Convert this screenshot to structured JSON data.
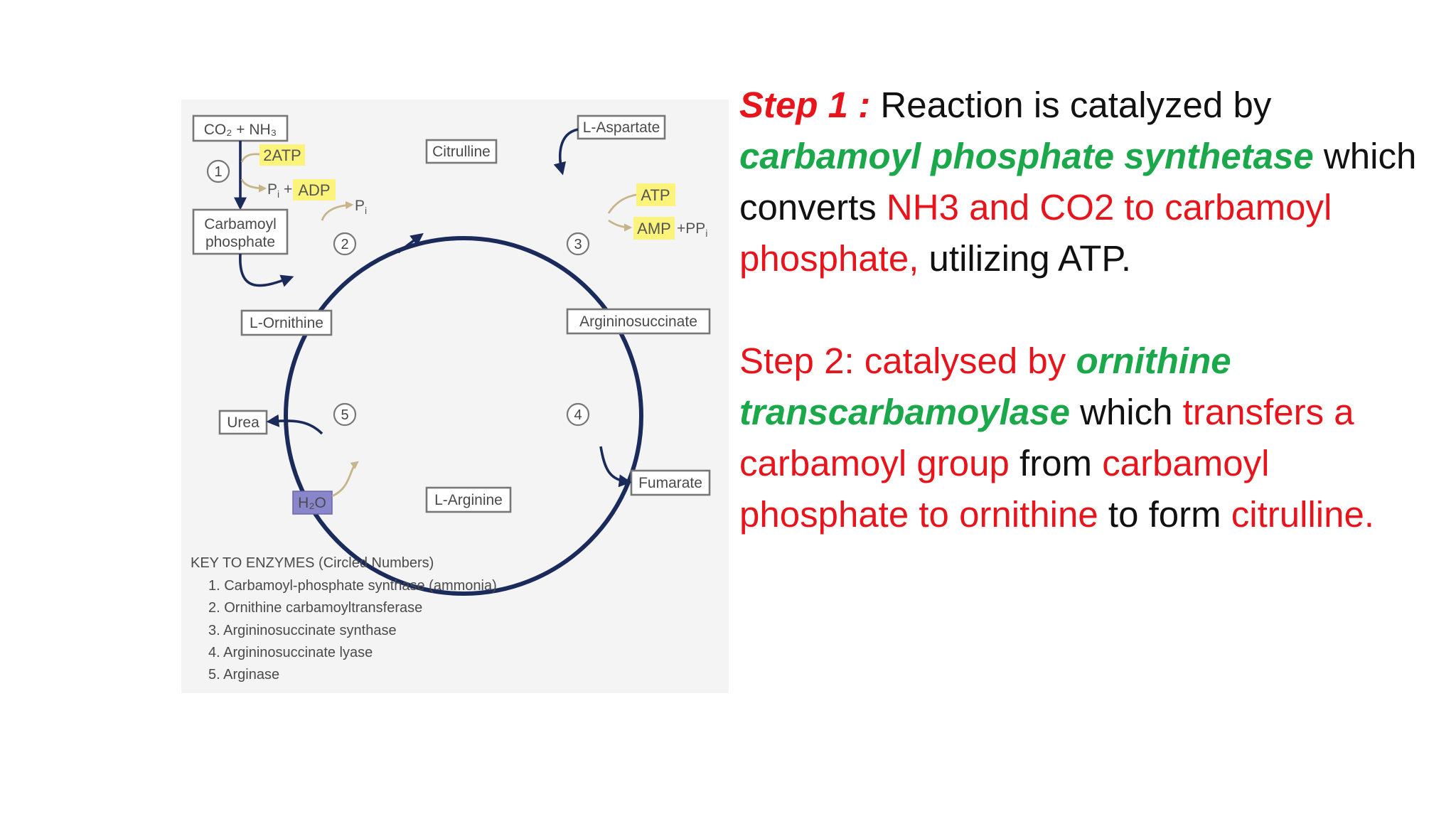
{
  "diagram": {
    "inputs": "CO₂ + NH₃",
    "atp2": "2ATP",
    "pi_adp": [
      "P",
      "i",
      " + ",
      "ADP"
    ],
    "pi_step2": [
      "P",
      "i"
    ],
    "carbamoyl_phosphate": [
      "Carbamoyl",
      "phosphate"
    ],
    "citrulline": "Citrulline",
    "aspartate": "L-Aspartate",
    "atp": "ATP",
    "amp": "AMP",
    "ppi": [
      "+PP",
      "i"
    ],
    "argininosuccinate": "Argininosuccinate",
    "ornithine": "L-Ornithine",
    "urea": "Urea",
    "fumarate": "Fumarate",
    "arginine": "L-Arginine",
    "water": "H₂O",
    "enzyme_numbers": [
      "1",
      "2",
      "3",
      "4",
      "5"
    ],
    "key": {
      "title": "KEY TO ENZYMES (Circled Numbers)",
      "items": [
        "1. Carbamoyl-phosphate synthase (ammonia)",
        "2. Ornithine carbamoyltransferase",
        "3. Argininosuccinate synthase",
        "4. Argininosuccinate lyase",
        "5. Arginase"
      ]
    },
    "colors": {
      "cycle": "#1a2a5a",
      "highlight": "#fbf37a",
      "water_box": "#8a86cc"
    }
  },
  "text": {
    "step1": {
      "label": "Step 1 :",
      "t1": " Reaction is catalyzed by ",
      "enzyme": "carbamoyl phosphate synthetase",
      "t2": " which converts ",
      "red": "NH3 and CO2 to carbamoyl phosphate,",
      "t3": " utilizing ATP."
    },
    "step2": {
      "label": "Step 2: catalysed by ",
      "enzyme": "ornithine transcarbamoylase",
      "t1": " which ",
      "red1": "transfers a carbamoyl group",
      "t2": " from ",
      "red2": "carbamoyl phosphate to ornithine",
      "t3": " to form ",
      "red3": "citrulline."
    },
    "colors": {
      "red": "#e8141c",
      "green": "#1aa84a",
      "black": "#111111"
    }
  }
}
